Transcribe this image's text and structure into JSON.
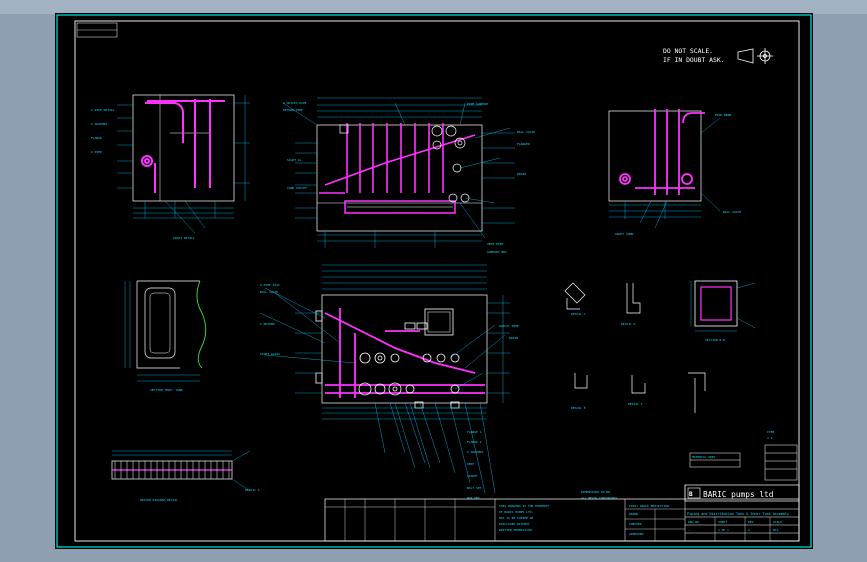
{
  "note": {
    "line1": "DO NOT SCALE.",
    "line2": "IF IN DOUBT ASK."
  },
  "title_block": {
    "company": "BARIC pumps ltd",
    "drawing_title": "Piping and Distribution Tank & Inner Tank Assembly"
  },
  "colors": {
    "background": "#000000",
    "border": "#00e5e5",
    "pipework": "#ff33ff",
    "outline": "#ffffff",
    "dimensions": "#00c8ff",
    "annotation": "#00e0ff",
    "section": "#3ddc3d",
    "window_frame": "#8e9fb2"
  },
  "icons": {
    "projection": "third-angle-projection-icon"
  }
}
